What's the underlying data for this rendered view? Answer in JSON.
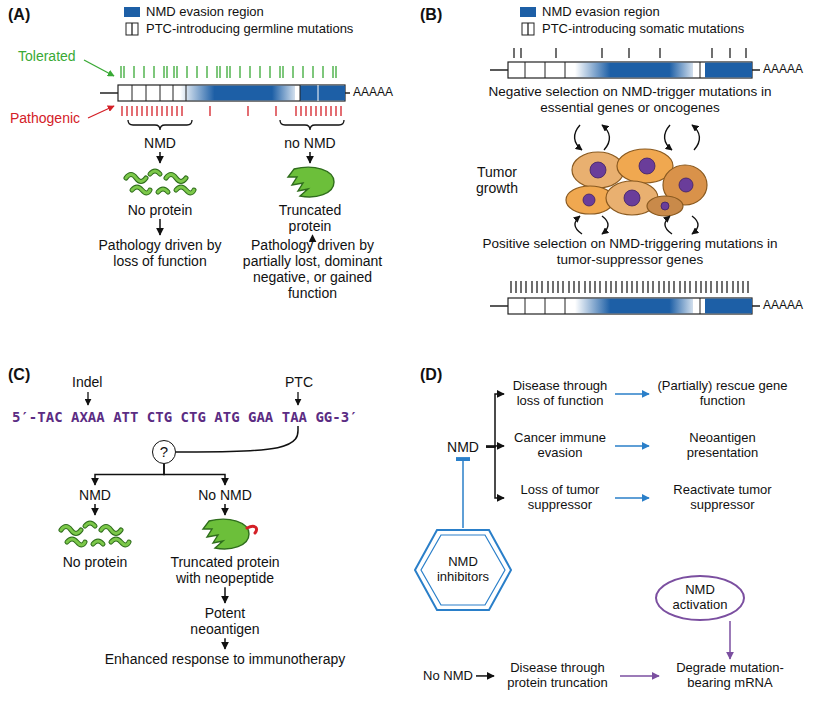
{
  "diagram": {
    "nodes": [
      {
        "text": [
          "NMD"
        ]
      },
      {
        "text": [
          "No protein"
        ]
      },
      {
        "text": [
          "Pathology driven by loss of function"
        ]
      },
      {
        "text": [
          "no NMD"
        ]
      },
      {
        "text": [
          "Truncated protein"
        ]
      },
      {
        "text": [
          "Pathology driven by partially lost, dominant negative, or gained function"
        ]
      },
      {
        "text": [
          "5′-TAC AXAA ATT CTG CTG ATG GAA TAA GG-3′"
        ]
      },
      {
        "text": [
          "?"
        ]
      },
      {
        "text": [
          "NMD"
        ]
      },
      {
        "text": [
          "No NMD"
        ]
      },
      {
        "text": [
          "No protein"
        ]
      },
      {
        "text": [
          "Truncated protein with neopeptide"
        ]
      },
      {
        "text": [
          "Potent neoantigen"
        ]
      },
      {
        "text": [
          "Enhanced response to immunotherapy"
        ]
      },
      {
        "text": [
          "NMD"
        ]
      },
      {
        "text": [
          "Disease through loss of function"
        ]
      },
      {
        "text": [
          "(Partially) rescue gene function"
        ]
      },
      {
        "text": [
          "Cancer immune evasion"
        ]
      },
      {
        "text": [
          "Neoantigen presentation"
        ]
      },
      {
        "text": [
          "Loss of tumor suppressor"
        ]
      },
      {
        "text": [
          "Reactivate tumor suppressor"
        ]
      },
      {
        "text": [
          "NMD inhibitors"
        ]
      },
      {
        "text": [
          "NMD activation"
        ]
      },
      {
        "text": [
          "No NMD"
        ]
      },
      {
        "text": [
          "Disease through protein truncation"
        ]
      },
      {
        "text": [
          "Degrade mutation-bearing mRNA"
        ]
      }
    ],
    "edges": [
      {
        "from": 0,
        "to": 1,
        "arrow": "to"
      },
      {
        "from": 1,
        "to": 2,
        "arrow": "to"
      },
      {
        "from": 3,
        "to": 4,
        "arrow": "to"
      },
      {
        "from": 4,
        "to": 5,
        "arrow": "to"
      },
      {
        "from": 6,
        "to": 7,
        "arrow": "none"
      },
      {
        "from": 7,
        "to": 8,
        "arrow": "to"
      },
      {
        "from": 7,
        "to": 9,
        "arrow": "to"
      },
      {
        "from": 8,
        "to": 10,
        "arrow": "to"
      },
      {
        "from": 9,
        "to": 11,
        "arrow": "to"
      },
      {
        "from": 11,
        "to": 12,
        "arrow": "to"
      },
      {
        "from": 12,
        "to": 13,
        "arrow": "to"
      },
      {
        "from": 14,
        "to": 15,
        "arrow": "to"
      },
      {
        "from": 14,
        "to": 17,
        "arrow": "to"
      },
      {
        "from": 14,
        "to": 19,
        "arrow": "to"
      },
      {
        "from": 15,
        "to": 16,
        "arrow": "to"
      },
      {
        "from": 17,
        "to": 18,
        "arrow": "to"
      },
      {
        "from": 19,
        "to": 20,
        "arrow": "to"
      },
      {
        "from": 21,
        "to": 14,
        "arrow": "to"
      },
      {
        "from": 23,
        "to": 24,
        "arrow": "to"
      },
      {
        "from": 24,
        "to": 25,
        "arrow": "to"
      },
      {
        "from": 22,
        "to": 25,
        "arrow": "to"
      }
    ],
    "labels": [
      "(A)",
      "Tolerated",
      "Pathogenic",
      "AAAAA",
      "(B)",
      "AAAAA",
      "Negative selection on NMD-trigger mutations in essential genes or oncogenes",
      "Tumor growth",
      "Positive selection on NMD-triggering mutations in tumor-suppressor genes",
      "AAAAA",
      "(C)",
      "Indel",
      "PTC",
      "(D)"
    ],
    "legend": [
      {
        "text": "NMD evasion region",
        "color": "#1d5fa6"
      },
      {
        "text": "PTC-introducing germline mutations"
      },
      {
        "text": "NMD evasion region",
        "color": "#1d5fa6"
      },
      {
        "text": "PTC-introducing somatic mutations"
      }
    ]
  }
}
